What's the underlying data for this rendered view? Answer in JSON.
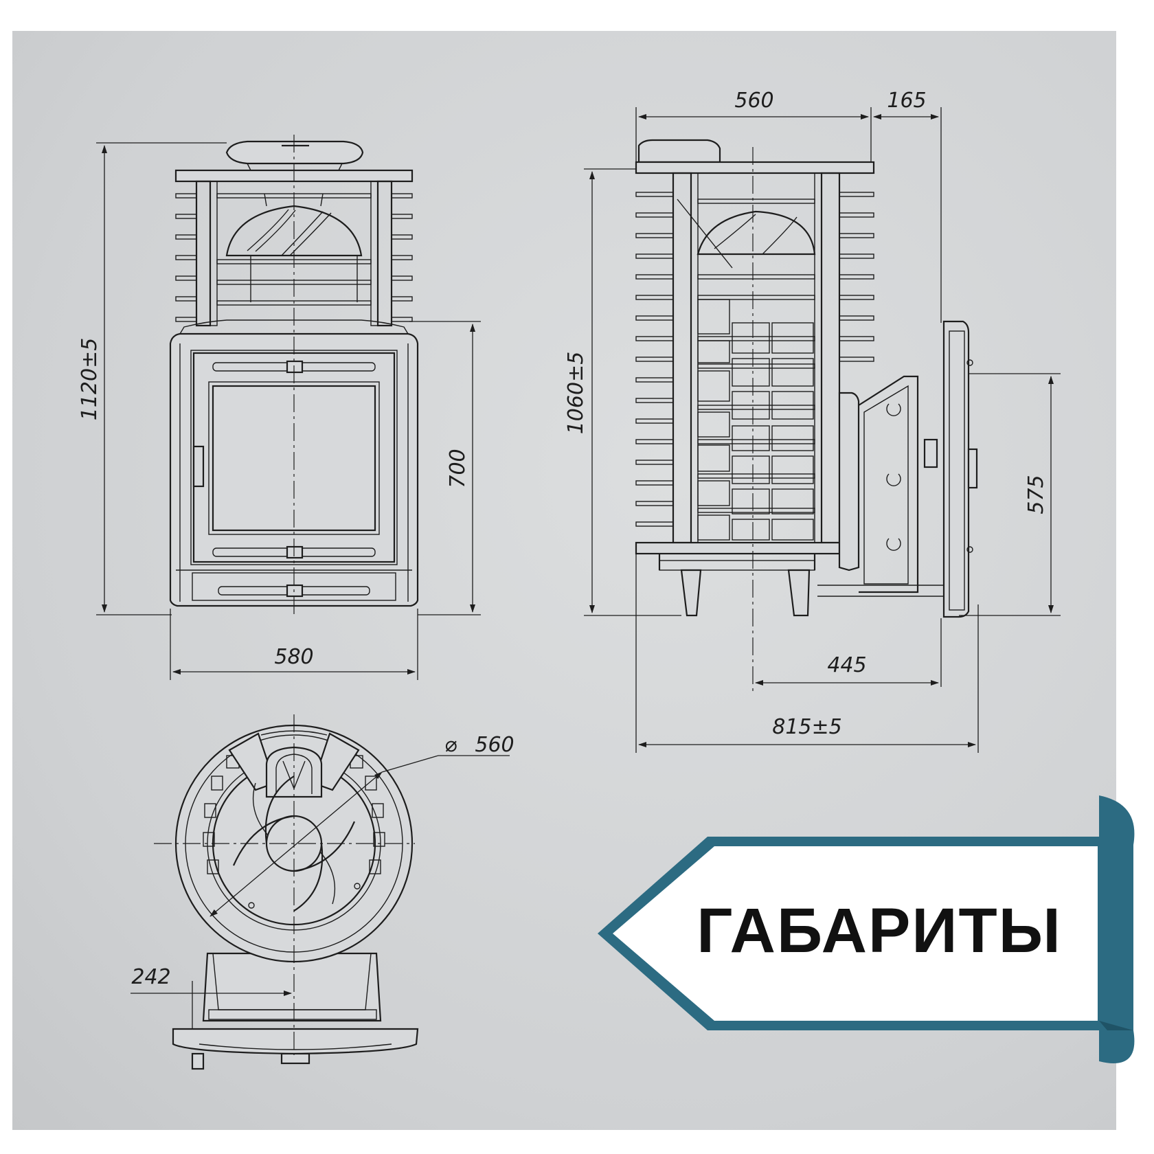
{
  "dimensions": {
    "front_height": "1120±5",
    "front_width": "580",
    "firebox_height": "700",
    "side_top_depth": "560",
    "side_offset": "165",
    "side_height": "1060±5",
    "door_height": "575",
    "tunnel_length": "445",
    "total_depth": "815±5",
    "top_diameter": "560",
    "door_offset": "242"
  },
  "diameter_symbol": "⌀",
  "badge": {
    "label": "ГАБАРИТЫ"
  },
  "colors": {
    "background": "#cfd1d3",
    "line": "#1d1d1d",
    "badge_border": "#2c6b82",
    "badge_fill": "#ffffff"
  }
}
